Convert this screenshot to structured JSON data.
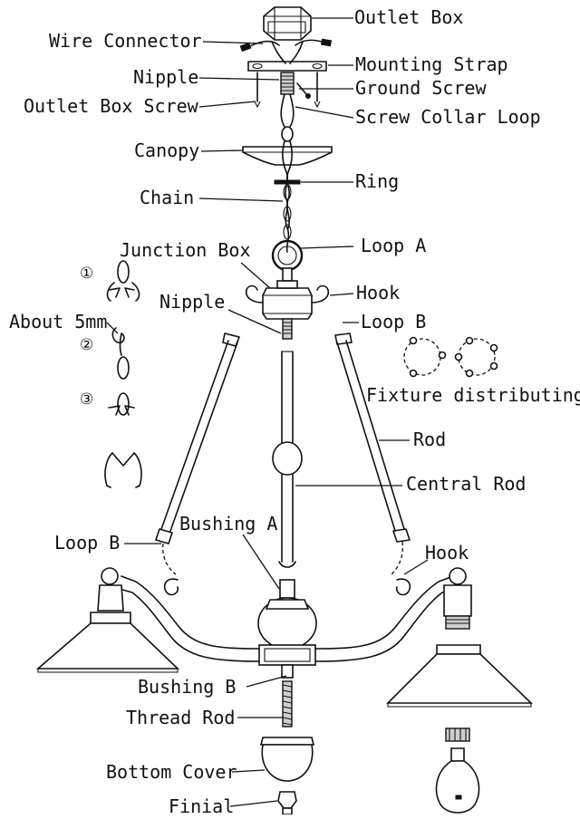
{
  "labels": {
    "outlet_box": "Outlet Box",
    "wire_connector": "Wire Connector",
    "nipple_top": "Nipple",
    "mounting_strap": "Mounting Strap",
    "ground_screw": "Ground Screw",
    "outlet_box_screw": "Outlet Box Screw",
    "screw_collar_loop": "Screw Collar Loop",
    "canopy": "Canopy",
    "ring": "Ring",
    "chain": "Chain",
    "junction_box": "Junction Box",
    "loop_a": "Loop A",
    "hook_top": "Hook",
    "nipple_mid": "Nipple",
    "loop_b_right": "Loop B",
    "about_5mm": "About 5mm",
    "fixture_distributing": "Fixture distributing",
    "rod": "Rod",
    "central_rod": "Central Rod",
    "bushing_a": "Bushing A",
    "loop_b_left": "Loop B",
    "hook_right": "Hook",
    "bushing_b": "Bushing B",
    "thread_rod": "Thread Rod",
    "bottom_cover": "Bottom Cover",
    "finial": "Finial"
  },
  "steps": [
    "①",
    "②",
    "③"
  ]
}
